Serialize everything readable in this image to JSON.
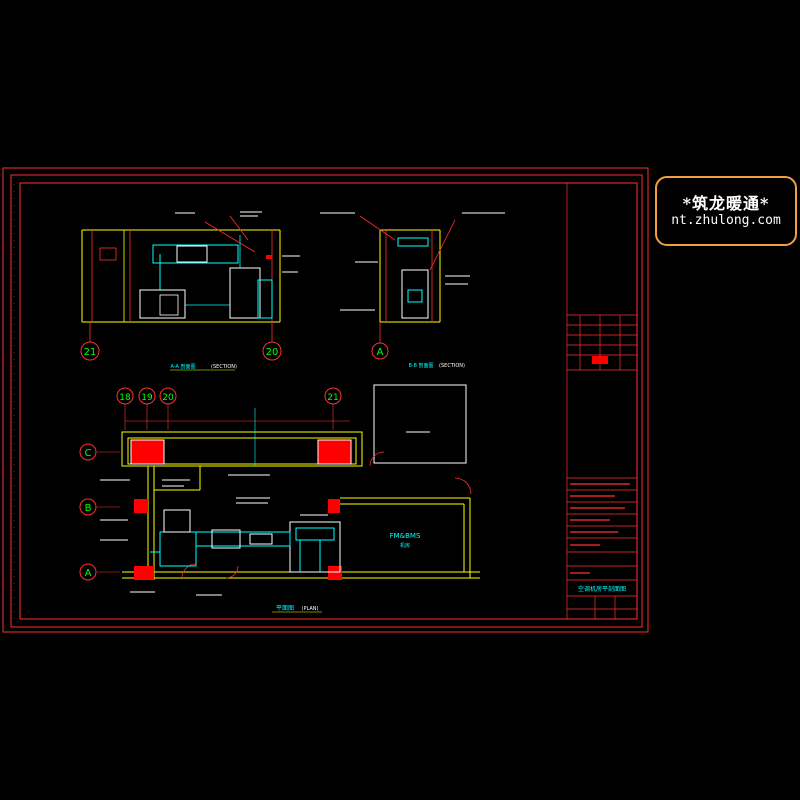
{
  "watermark": {
    "line1": "*筑龙暖通*",
    "line2": "nt.zhulong.com"
  },
  "section_1": {
    "grid_left": "21",
    "grid_right": "20",
    "title": "A-A 剖面图",
    "title_en": "(SECTION)"
  },
  "section_2": {
    "grid": "A",
    "title": "B-B 剖面图",
    "title_en": "(SECTION)"
  },
  "plan": {
    "grid_top": [
      "18",
      "19",
      "20",
      "21"
    ],
    "grid_left": [
      "C",
      "B",
      "A"
    ],
    "title": "平面图",
    "title_en": "(PLAN)",
    "room_label": "FM&BMS",
    "room_sub": "机房"
  },
  "title_block": {
    "drawing_title": "空调机房平剖面图"
  },
  "colors": {
    "background": "#000000",
    "frame": "#ff3030",
    "wall": "#ffff00",
    "duct": "#00ffff",
    "equipment": "#ffffff",
    "fill_red": "#ff0000",
    "watermark_border": "#f0a040"
  },
  "icons": [
    "grid-bubble-icon",
    "equipment-block-icon"
  ]
}
